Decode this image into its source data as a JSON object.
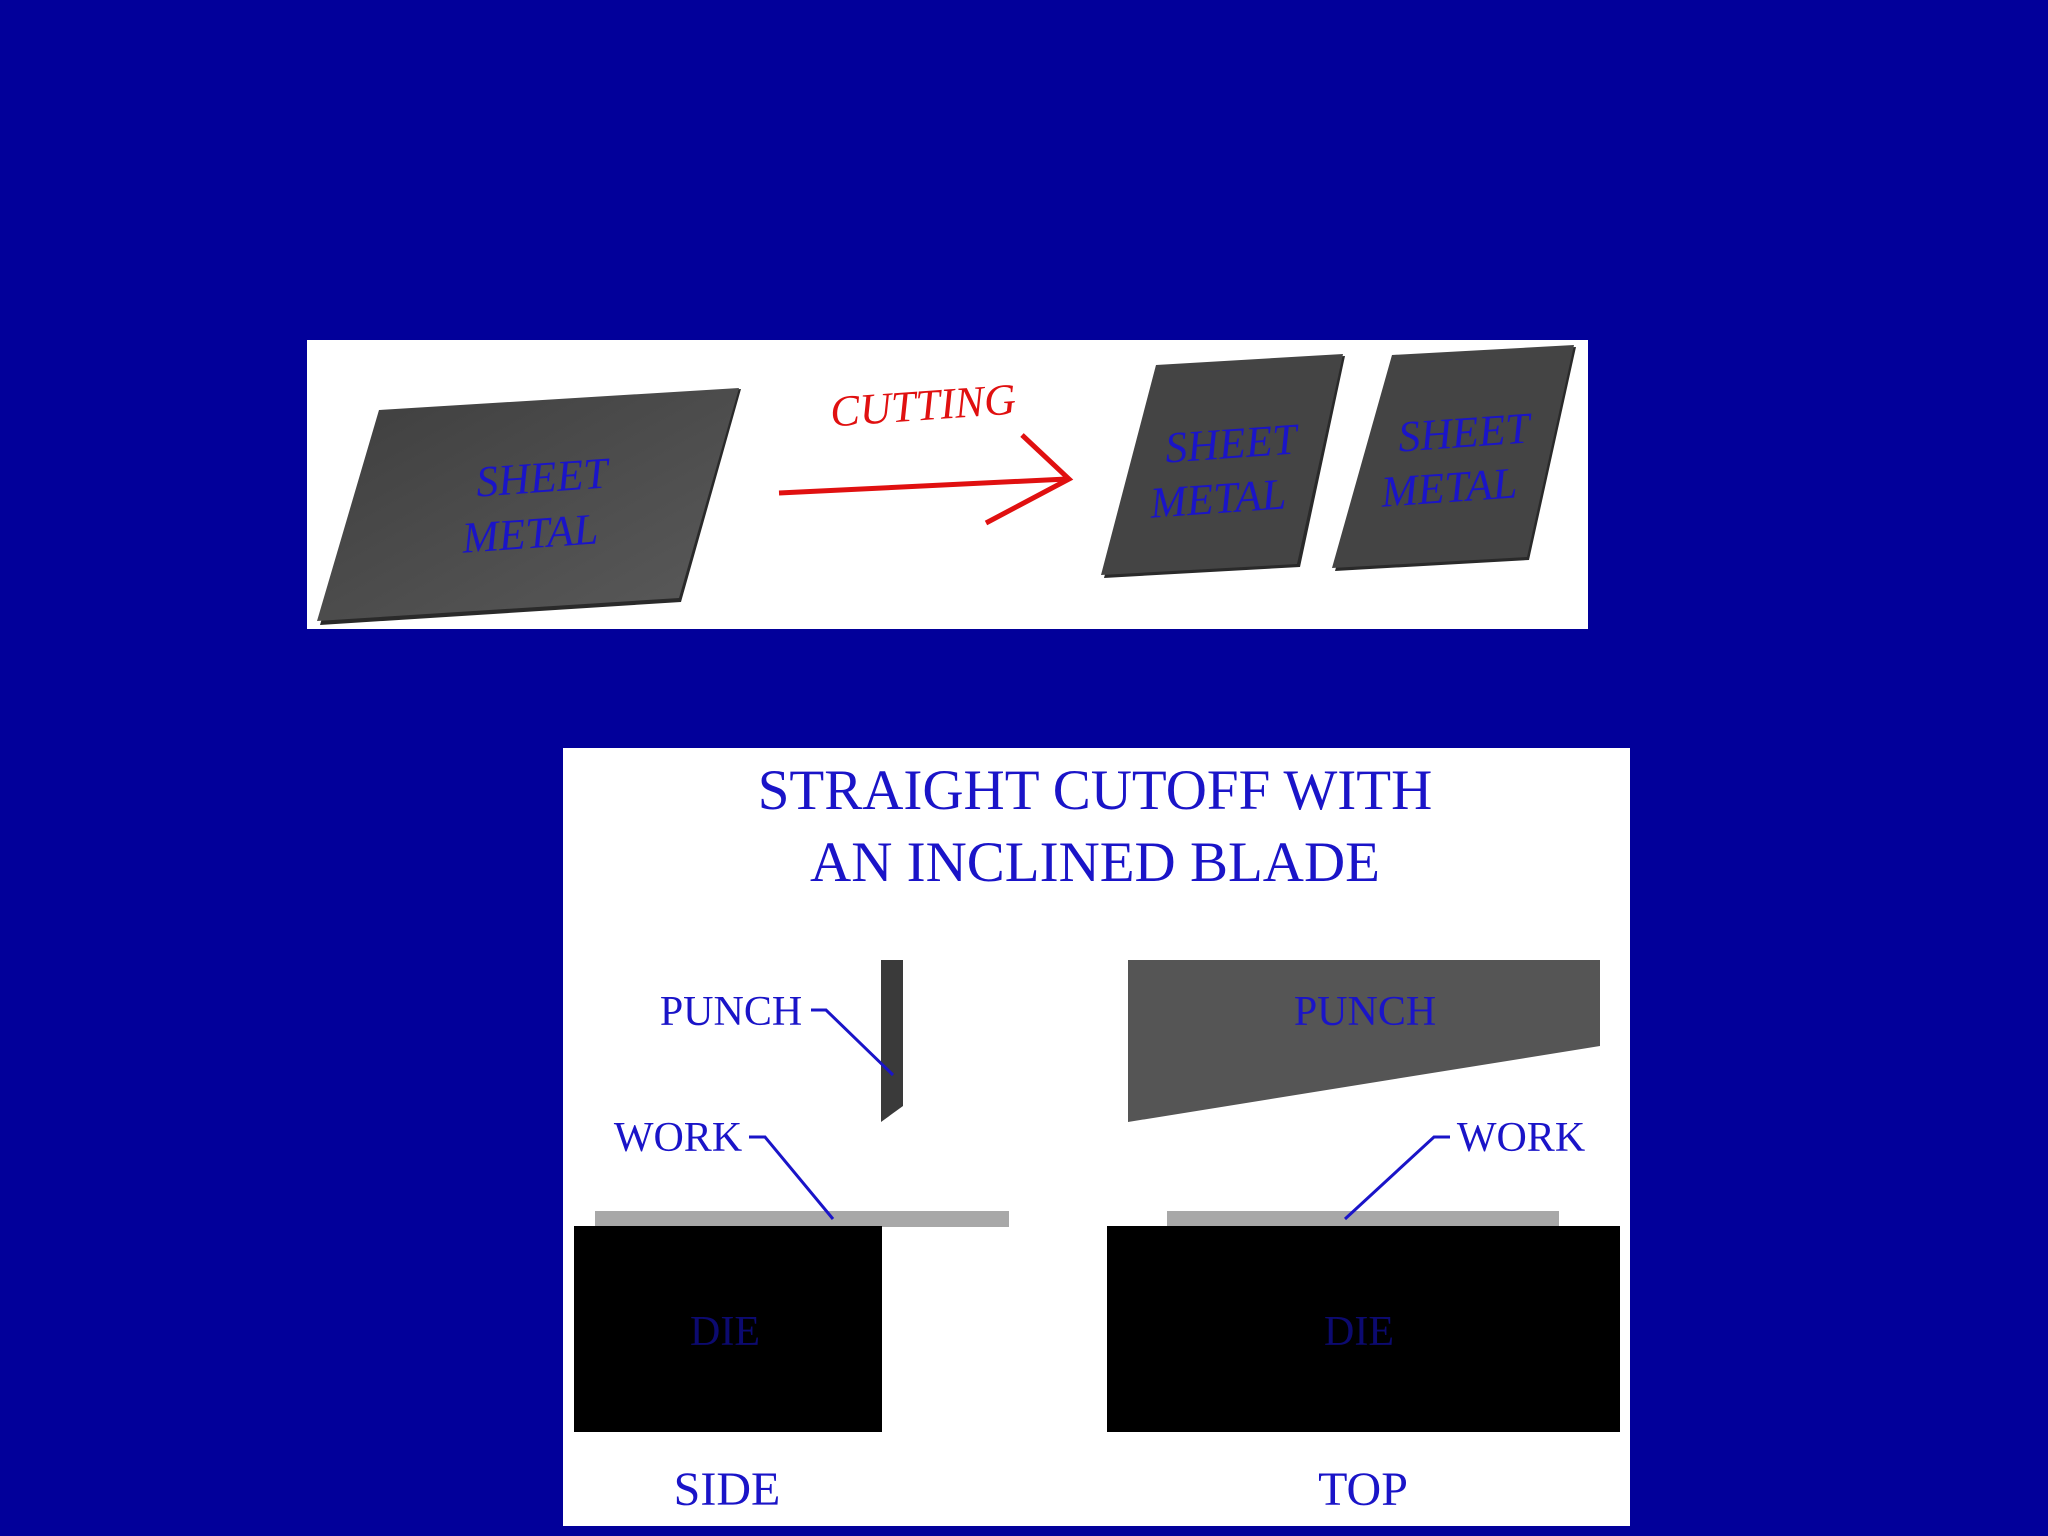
{
  "cutting_diagram": {
    "sheet_label_line1": "SHEET",
    "sheet_label_line2": "METAL",
    "piece1_label_line1": "SHEET",
    "piece1_label_line2": "METAL",
    "piece2_label_line1": "SHEET",
    "piece2_label_line2": "METAL",
    "process_label": "CUTTING"
  },
  "shear_diagram": {
    "title_line1": "STRAIGHT CUTOFF WITH",
    "title_line2": "AN INCLINED BLADE",
    "side_view": {
      "punch_label": "PUNCH",
      "work_label": "WORK",
      "die_label": "DIE",
      "view_label": "SIDE"
    },
    "top_view": {
      "punch_label": "PUNCH",
      "work_label": "WORK",
      "die_label": "DIE",
      "view_label": "TOP"
    }
  },
  "colors": {
    "slide_background": "#02009a",
    "label_blue": "#1a14c8",
    "arrow_red": "#e01010",
    "sheet_gray": "#4a4a4a",
    "work_gray": "#a8a8a8",
    "die_black": "#000000"
  }
}
